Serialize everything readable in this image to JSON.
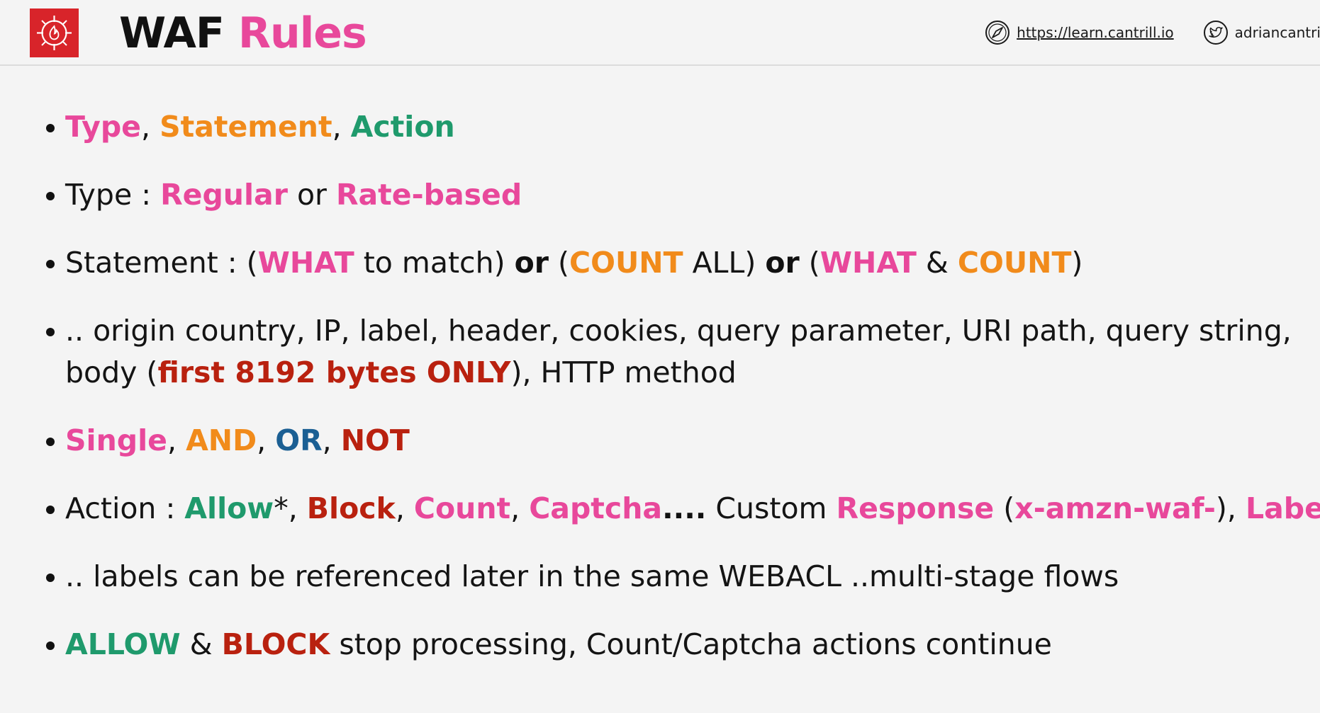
{
  "header": {
    "title_part1": "WAF",
    "title_part2": "Rules",
    "logo_icon": "waf-firewall-icon",
    "website_icon": "compass-icon",
    "website": "https://learn.cantrill.io",
    "twitter_icon": "twitter-icon",
    "twitter_handle": "adriancantrill"
  },
  "colors": {
    "accent_pink": "#e8489b",
    "accent_orange": "#f18b1b",
    "accent_green": "#1f9a6c",
    "accent_red": "#b9210f",
    "accent_blue": "#1b5f93",
    "logo_red": "#d8242a"
  },
  "bullets": {
    "b1": {
      "t1": "Type",
      "s1": ", ",
      "t2": "Statement",
      "s2": ", ",
      "t3": "Action"
    },
    "b2": {
      "t1": "Type : ",
      "t2": "Regular",
      "t3": " or ",
      "t4": "Rate-based"
    },
    "b3": {
      "t1": "Statement : (",
      "t2": "WHAT",
      "t3": " to match) ",
      "t4": "or",
      "t5": " (",
      "t6": "COUNT",
      "t7": " ALL) ",
      "t8": "or",
      "t9": " (",
      "t10": "WHAT",
      "t11": " & ",
      "t12": "COUNT",
      "t13": ")"
    },
    "b4": {
      "t1": ".. origin country, IP, label, header, cookies, query parameter, URI path, query string, body (",
      "t2": "first 8192 bytes ONLY",
      "t3": "), HTTP method"
    },
    "b5": {
      "t1": "Single",
      "s1": ", ",
      "t2": "AND",
      "s2": ", ",
      "t3": "OR",
      "s3": ", ",
      "t4": "NOT"
    },
    "b6": {
      "t1": "Action : ",
      "t2": "Allow",
      "t3": "*, ",
      "t4": "Block",
      "t5": ", ",
      "t6": "Count",
      "t7": ", ",
      "t8": "Captcha",
      "t9": "....",
      "t10": " Custom ",
      "t11": "Response",
      "t12": " (",
      "t13": "x-amzn-waf-",
      "t14": "), ",
      "t15": "Label"
    },
    "b7": {
      "t1": ".. labels can be referenced later in the same WEBACL ..multi-stage flows"
    },
    "b8": {
      "t1": "ALLOW",
      "t2": " & ",
      "t3": "BLOCK",
      "t4": " stop processing, Count/Captcha actions continue"
    }
  }
}
